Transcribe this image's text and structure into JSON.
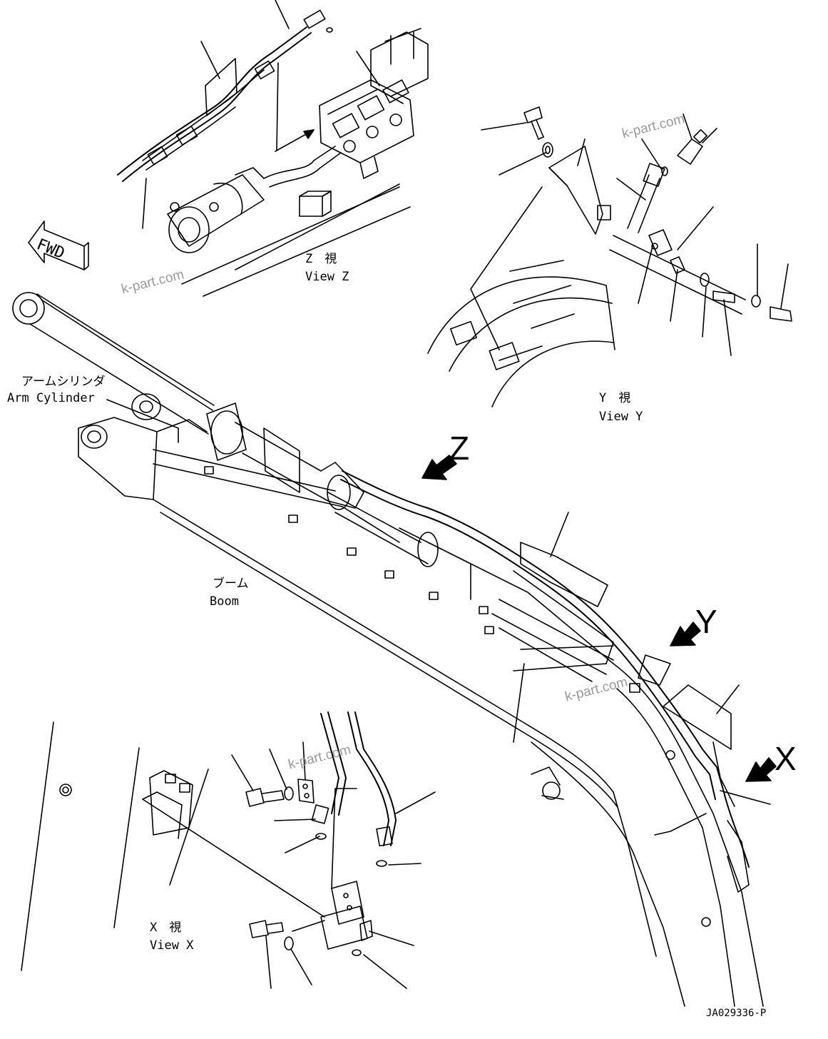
{
  "fwd_label": "FWD",
  "view_z": {
    "jp": "Z　視",
    "en": "View Z"
  },
  "view_y": {
    "jp": "Y　視",
    "en": "View Y"
  },
  "view_x": {
    "jp": "X　視",
    "en": "View X"
  },
  "arm_cylinder": {
    "jp": "アームシリンダ",
    "en": "Arm Cylinder"
  },
  "boom": {
    "jp": "ブーム",
    "en": "Boom"
  },
  "arrow_letters": {
    "z": "Z",
    "y": "Y",
    "x": "X"
  },
  "watermark": "k-part.com",
  "drawing_code": "JA029336-P"
}
